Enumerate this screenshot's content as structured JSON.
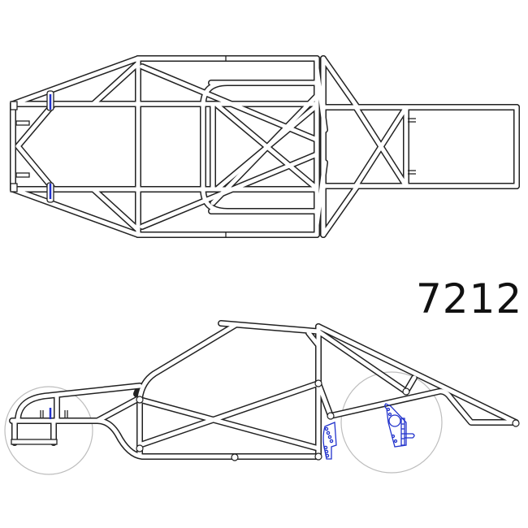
{
  "drawing": {
    "title_number": "7212",
    "views": [
      {
        "name": "top-view",
        "description": "Plan view of tube chassis frame"
      },
      {
        "name": "side-view",
        "description": "Side elevation of tube chassis frame with wheels"
      }
    ],
    "colors": {
      "frame_line": "#222222",
      "suspension": "#2233cc",
      "wheel_outline": "#bdbdbd",
      "background": "#ffffff"
    }
  }
}
